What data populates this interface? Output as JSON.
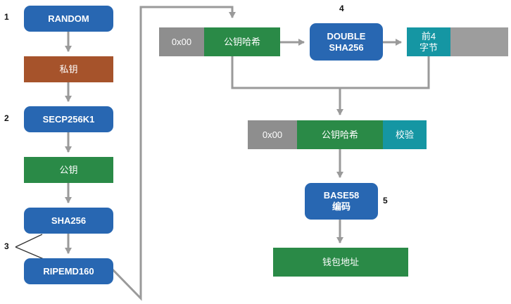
{
  "steps": {
    "s1": "1",
    "s2": "2",
    "s3": "3",
    "s4": "4",
    "s5": "5"
  },
  "left_chain": {
    "random": "RANDOM",
    "private_key": "私钥",
    "secp256k1": "SECP256K1",
    "public_key": "公钥",
    "sha256": "SHA256",
    "ripemd160": "RIPEMD160"
  },
  "top_row": {
    "version": "0x00",
    "pubkey_hash": "公钥哈希",
    "double_sha": "DOUBLE\nSHA256",
    "first4": "前4\n字节"
  },
  "middle_row": {
    "version": "0x00",
    "pubkey_hash": "公钥哈希",
    "checksum": "校验"
  },
  "base58": "BASE58\n编码",
  "address": "钱包地址",
  "colors": {
    "blue": "#2867b2",
    "green": "#2a8a47",
    "brown": "#a6532b",
    "gray": "#8e8e8e",
    "teal": "#1596a3",
    "arrow": "#9a9a9a"
  }
}
